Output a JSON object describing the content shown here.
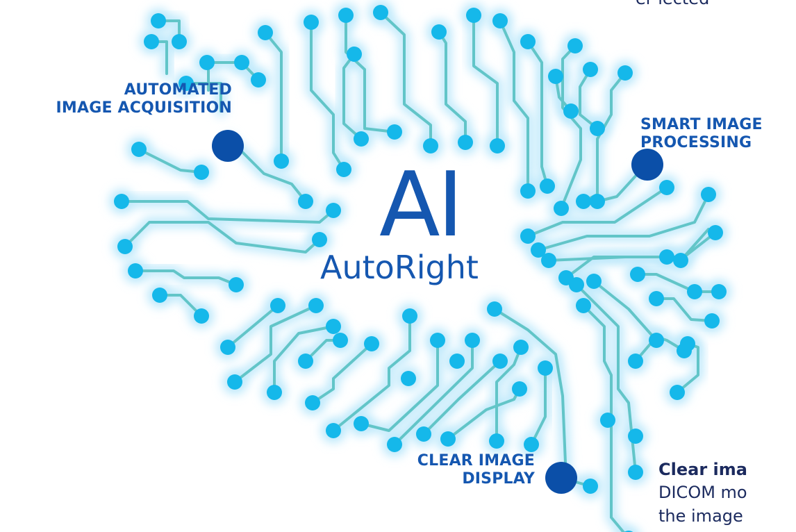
{
  "colors": {
    "brand_blue": "#1557b0",
    "node_dark": "#0b4fa8",
    "node_cyan": "#15b8ea",
    "trace": "#62c5c8",
    "glow": "#bfe9fb",
    "body_text": "#1b2a5e"
  },
  "logo": {
    "big": "AI",
    "brand": "AutoRight"
  },
  "features": {
    "acquisition": [
      "AUTOMATED",
      "IMAGE ACQUISITION"
    ],
    "processing": [
      "SMART IMAGE",
      "PROCESSING"
    ],
    "display": [
      "CLEAR IMAGE",
      "DISPLAY"
    ]
  },
  "clipped_text": {
    "top_fragment": "er lected",
    "heading": "Clear ima",
    "line1": "DICOM mo",
    "line2": "the image"
  }
}
